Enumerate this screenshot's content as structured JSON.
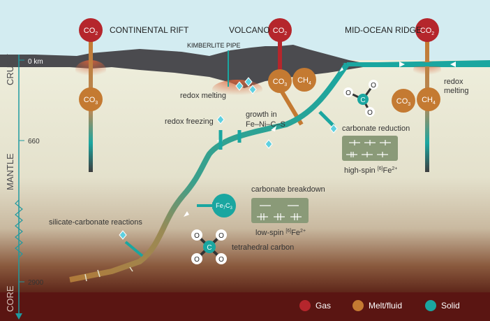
{
  "layers": {
    "crust": "CRUST",
    "mantle": "MANTLE",
    "core": "CORE"
  },
  "depths": {
    "surface": "0 km",
    "transition": "660",
    "cmb": "2900"
  },
  "settings": {
    "rift": "CONTINENTAL RIFT",
    "volcano": "VOLCANO",
    "ridge": "MID-OCEAN RIDGE",
    "kimberlite": "KIMBERLITE PIPE"
  },
  "species": {
    "co2": "CO",
    "co2_sub": "2",
    "co3": "CO",
    "co3_sub": "3",
    "ch4": "CH",
    "ch4_sub": "4",
    "fe7c3_main": "Fe",
    "fe7c3_sub1": "7",
    "fe7c3_mid": "C",
    "fe7c3_sub2": "3",
    "carbon": "C",
    "oxygen": "O"
  },
  "processes": {
    "redox_melting": "redox melting",
    "redox_melting_right_1": "redox",
    "redox_melting_right_2": "melting",
    "redox_freezing": "redox freezing",
    "growth_1": "growth in",
    "growth_2": "Fe–Ni–C–S",
    "carbonate_reduction": "carbonate reduction",
    "carbonate_breakdown": "carbonate breakdown",
    "silicate_carbonate": "silicate-carbonate reactions",
    "tetrahedral": "tetrahedral carbon"
  },
  "spin_states": {
    "high_prefix": "high-spin ",
    "high_coord": "[6]",
    "high_ion": "Fe",
    "high_charge": "2+",
    "low_prefix": "low-spin ",
    "low_coord": "[6]",
    "low_ion": "Fe",
    "low_charge": "2+"
  },
  "legend": {
    "gas": "Gas",
    "melt": "Melt/fluid",
    "solid": "Solid"
  },
  "colors": {
    "gas": "#b5262c",
    "melt": "#c47a32",
    "solid": "#1aa6a0",
    "sky": "#d3ecf1",
    "crust": "#4b4b4f",
    "core": "#5a1512",
    "axis": "#1f9aa0"
  }
}
